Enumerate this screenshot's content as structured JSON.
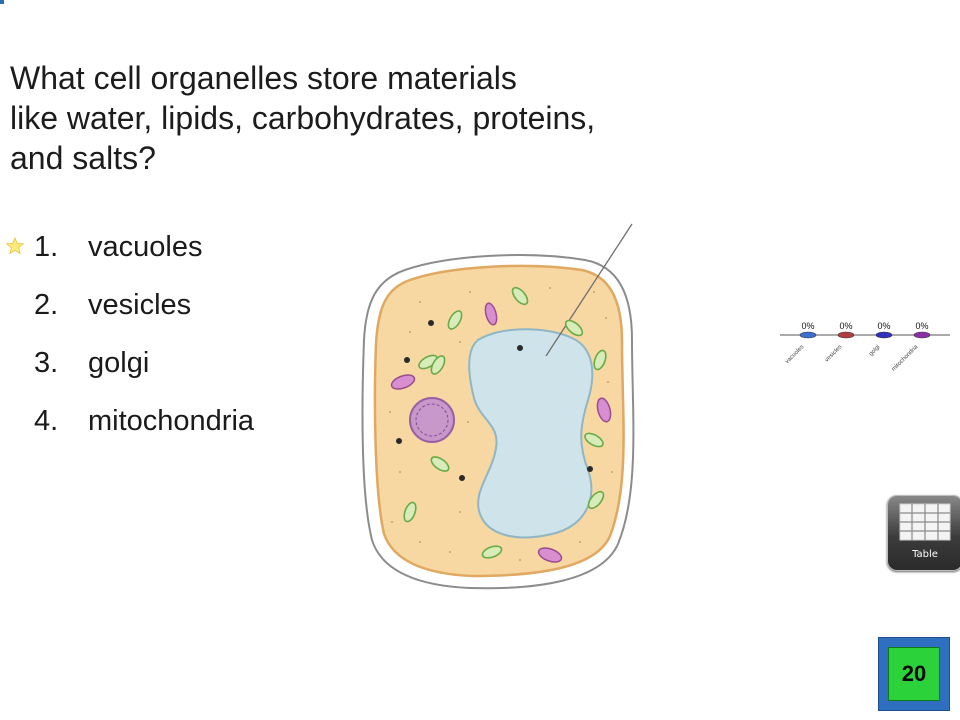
{
  "question": {
    "lines": [
      "What cell organelles store materials",
      "like water, lipids, carbohydrates, proteins,",
      "and salts?"
    ]
  },
  "answers": [
    {
      "number": "1.",
      "label": "vacuoles",
      "marked_correct": true
    },
    {
      "number": "2.",
      "label": "vesicles",
      "marked_correct": false
    },
    {
      "number": "3.",
      "label": "golgi",
      "marked_correct": false
    },
    {
      "number": "4.",
      "label": "mitochondria",
      "marked_correct": false
    }
  ],
  "chart_data": {
    "type": "bar",
    "categories": [
      "vacuoles",
      "vesicles",
      "golgi",
      "mitochondria"
    ],
    "values": [
      0,
      0,
      0,
      0
    ],
    "value_labels": [
      "0%",
      "0%",
      "0%",
      "0%"
    ],
    "colors": [
      "#3b6fd0",
      "#b04040",
      "#3030c0",
      "#8a2fa8"
    ]
  },
  "table_button": {
    "label": "Table"
  },
  "counter": {
    "value": "20"
  },
  "colors": {
    "accent_blue": "#2f6fbf",
    "counter_green": "#2bd23a",
    "cytoplasm": "#f7d7a2",
    "vacuole": "#cfe3ea"
  }
}
